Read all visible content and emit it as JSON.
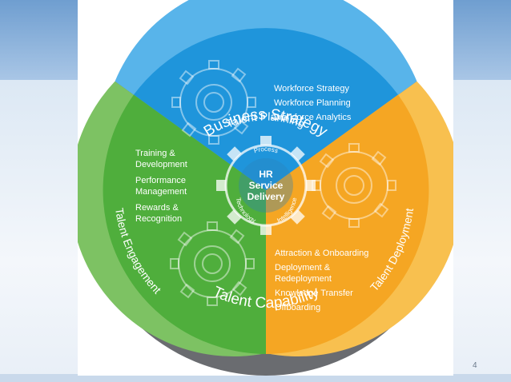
{
  "slide": {
    "page_number": "4",
    "ring_labels": {
      "top": "Business Strategy",
      "bottom": "Talent Capability"
    },
    "segments": {
      "planning": {
        "title": "Talent Planning",
        "items": [
          "Workforce Strategy",
          "Workforce Planning",
          "Workforce Analytics"
        ],
        "color": "#1f95db"
      },
      "engagement": {
        "title": "Talent Engagement",
        "items": [
          "Training &",
          "Development",
          "Performance",
          "Management",
          "Rewards &",
          "Recognition"
        ],
        "color": "#4fae3c"
      },
      "deployment": {
        "title": "Talent Deployment",
        "items": [
          "Attraction & Onboarding",
          "Deployment &",
          "Redeployment",
          "Knowledge Transfer",
          "Offboarding"
        ],
        "color": "#f5a623"
      }
    },
    "center": {
      "title_lines": [
        "HR",
        "Service",
        "Delivery"
      ],
      "arc_labels": {
        "top": "Process",
        "left": "Technology",
        "right": "Intelligence"
      }
    },
    "colors": {
      "ring": "#6a6c70",
      "planning_band": "#58b4ea",
      "engagement_band": "#7dc263",
      "deployment_band": "#f8c04f"
    }
  }
}
